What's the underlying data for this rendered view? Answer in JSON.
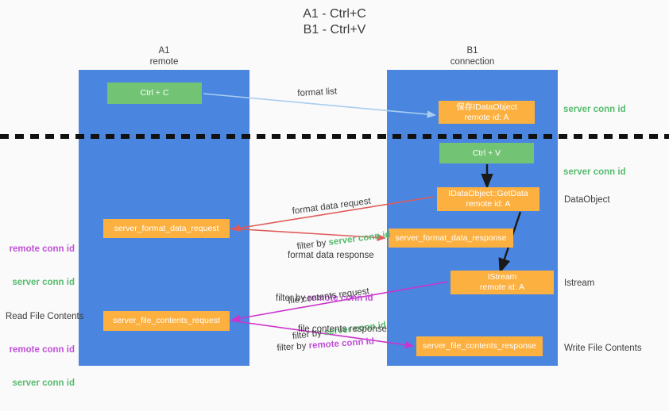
{
  "title": "A1 - Ctrl+C\nB1 - Ctrl+V",
  "columns": {
    "a": {
      "name": "A1",
      "role": "remote",
      "header": "A1\nremote"
    },
    "b": {
      "name": "B1",
      "role": "connection",
      "header": "B1\nconnection"
    }
  },
  "boxes": {
    "ctrl_c": {
      "label": "Ctrl + C",
      "color": "#72c474"
    },
    "store_idataobject": {
      "label": "保存IDataObject\nremote id: A",
      "color": "#fcb040"
    },
    "ctrl_v": {
      "label": "Ctrl + V",
      "color": "#72c474"
    },
    "getdata": {
      "label": "IDataObject::GetData\nremote id: A",
      "color": "#fcb040"
    },
    "server_format_data_request": {
      "label": "server_format_data_request",
      "color": "#fcb040"
    },
    "server_format_data_response": {
      "label": "server_format_data_response",
      "color": "#fcb040"
    },
    "istream": {
      "label": "IStream\nremote id: A",
      "color": "#fcb040"
    },
    "server_file_contents_request": {
      "label": "server_file_contents_request",
      "color": "#fcb040"
    },
    "server_file_contents_response": {
      "label": "server_file_contents_response",
      "color": "#fcb040"
    }
  },
  "right_labels": {
    "server_conn_id_1": "server conn id",
    "server_conn_id_2": "server conn id",
    "dataobject": "DataObject",
    "istream": "Istream",
    "write_file_contents": "Write File Contents"
  },
  "left_labels": {
    "remote_conn_id_1": "remote conn id",
    "server_conn_id_1": "server conn id",
    "read_file_contents": "Read File Contents",
    "remote_conn_id_2": "remote conn id",
    "server_conn_id_2": "server conn id"
  },
  "annotations": {
    "format_list": "format list",
    "format_data_request": "format data request",
    "format_data_request_filter_prefix": "filter by ",
    "format_data_request_filter_key": "server conn id",
    "format_data_response": "format data response",
    "format_data_response_filter_prefix": "filter by ",
    "format_data_response_filter_key": "remote conn id",
    "file_contents_request": "file contents request",
    "file_contents_request_filter_prefix": "filter by ",
    "file_contents_request_filter_key": "server conn id",
    "file_contents_response": "file contents response",
    "file_contents_response_filter_prefix": "filter by ",
    "file_contents_response_filter_key": "remote conn id"
  },
  "colors": {
    "column_blue": "#4a86e0",
    "box_green": "#72c474",
    "box_orange": "#fcb040",
    "conn_green": "#57bb6e",
    "conn_purple": "#c050d8",
    "arrow_light_blue": "#a9cdf0",
    "arrow_red": "#e05a5a",
    "arrow_magenta": "#cc33cc",
    "arrow_black": "#1a1a1a",
    "background": "#fafafa",
    "divider_dashed": "#111111"
  }
}
